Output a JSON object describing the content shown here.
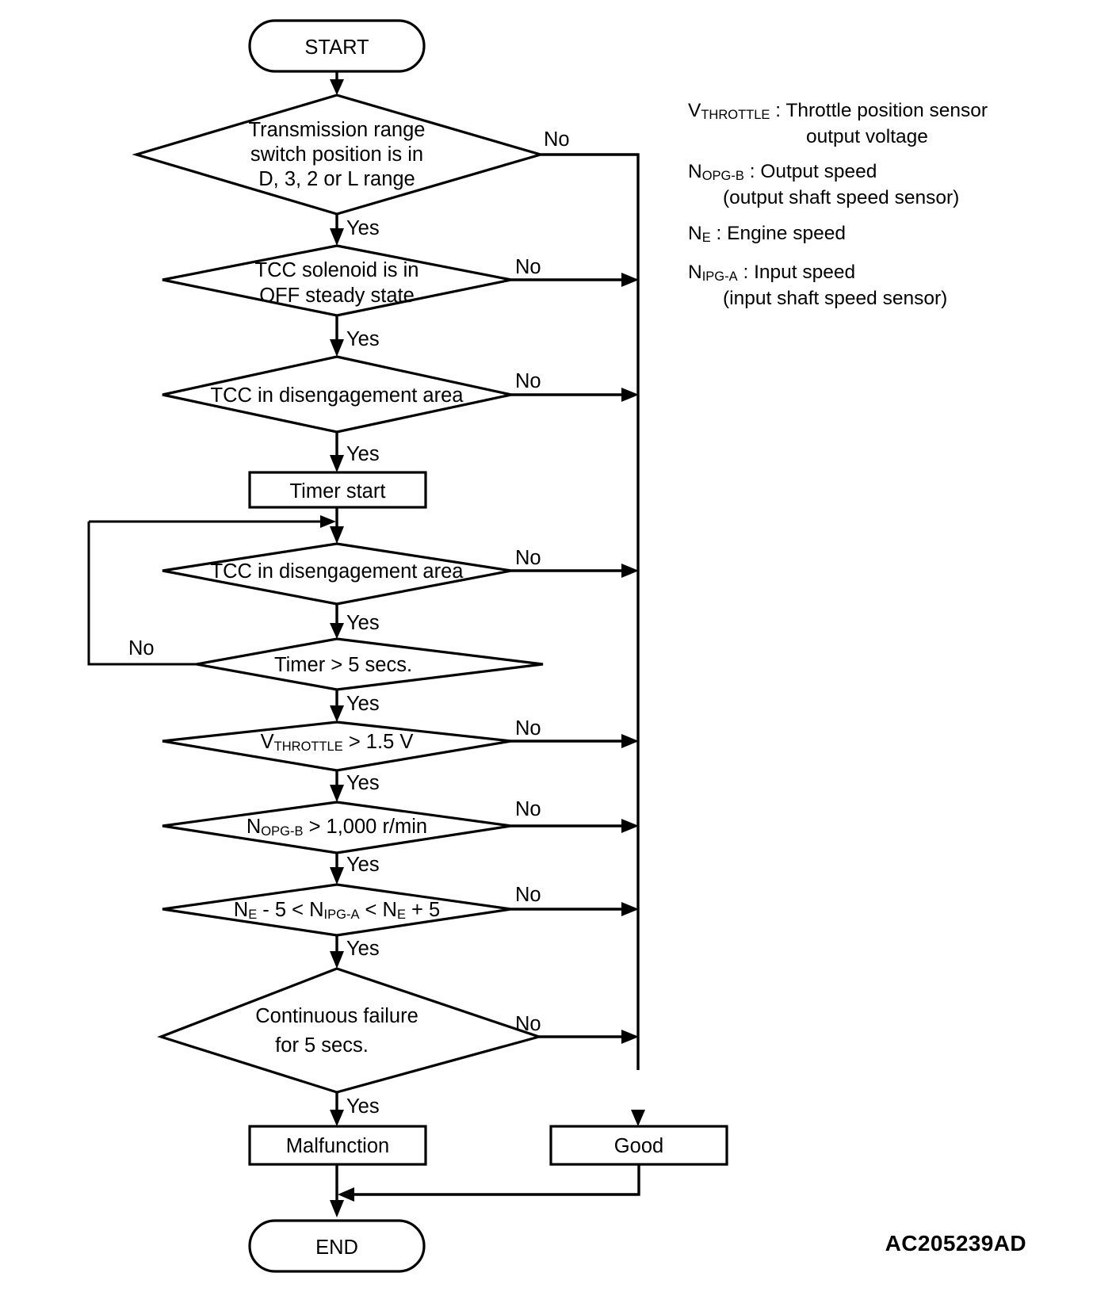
{
  "diagram": {
    "title": "TCC system diagnostic flowchart",
    "reference_code": "AC205239AD",
    "colors": {
      "stroke": "#000000",
      "background": "#ffffff",
      "text": "#000000"
    },
    "terminals": {
      "start": "START",
      "end": "END"
    },
    "branch_labels": {
      "yes": "Yes",
      "no": "No"
    },
    "decisions": [
      {
        "id": "range-switch",
        "lines": [
          "Transmission range",
          "switch position is in",
          "D, 3, 2 or L range"
        ],
        "yes": "Yes",
        "no": "No"
      },
      {
        "id": "tcc-solenoid-off",
        "lines": [
          "TCC solenoid is in",
          "OFF steady state"
        ],
        "yes": "Yes",
        "no": "No"
      },
      {
        "id": "tcc-disengagement-1",
        "lines": [
          "TCC in disengagement area"
        ],
        "yes": "Yes",
        "no": "No"
      },
      {
        "id": "tcc-disengagement-2",
        "lines": [
          "TCC in disengagement area"
        ],
        "yes": "Yes",
        "no": "No"
      },
      {
        "id": "timer-5-secs",
        "lines": [
          "Timer > 5 secs."
        ],
        "yes": "Yes",
        "no": "No"
      },
      {
        "id": "vthrottle",
        "expr": {
          "prefix": "V",
          "sub": "THROTTLE",
          "suffix": " > 1.5 V"
        },
        "lines": [],
        "yes": "Yes",
        "no": "No"
      },
      {
        "id": "nopgb-speed",
        "expr": {
          "prefix": "N",
          "sub": "OPG-B",
          "suffix": " > 1,000 r/min"
        },
        "lines": [],
        "yes": "Yes",
        "no": "No"
      },
      {
        "id": "ne-window",
        "expr_parts": [
          {
            "t": "N",
            "sub": ""
          },
          {
            "t": "E",
            "sub": true
          },
          {
            "t": " - 5 < N",
            "sub": ""
          },
          {
            "t": "IPG-A",
            "sub": true
          },
          {
            "t": " < N",
            "sub": ""
          },
          {
            "t": "E",
            "sub": true
          },
          {
            "t": " + 5",
            "sub": ""
          }
        ],
        "lines": [],
        "yes": "Yes",
        "no": "No"
      },
      {
        "id": "continuous-failure",
        "lines": [
          "Continuous failure",
          "for 5 secs."
        ],
        "yes": "Yes",
        "no": "No"
      }
    ],
    "processes": [
      {
        "id": "timer-start",
        "label": "Timer start"
      },
      {
        "id": "malfunction",
        "label": "Malfunction"
      },
      {
        "id": "good",
        "label": "Good"
      }
    ],
    "legend": [
      {
        "symbol": "V",
        "subscript": "THROTTLE",
        "separator": " : ",
        "line1": "Throttle position sensor",
        "line2": "output voltage"
      },
      {
        "symbol": "N",
        "subscript": "OPG-B",
        "separator": " : ",
        "line1": "Output speed",
        "line2": "(output shaft speed sensor)"
      },
      {
        "symbol": "N",
        "subscript": "E",
        "separator": " : ",
        "line1": "Engine speed",
        "line2": ""
      },
      {
        "symbol": "N",
        "subscript": "IPG-A",
        "separator": " : ",
        "line1": "Input speed",
        "line2": "(input shaft speed sensor)"
      }
    ]
  }
}
